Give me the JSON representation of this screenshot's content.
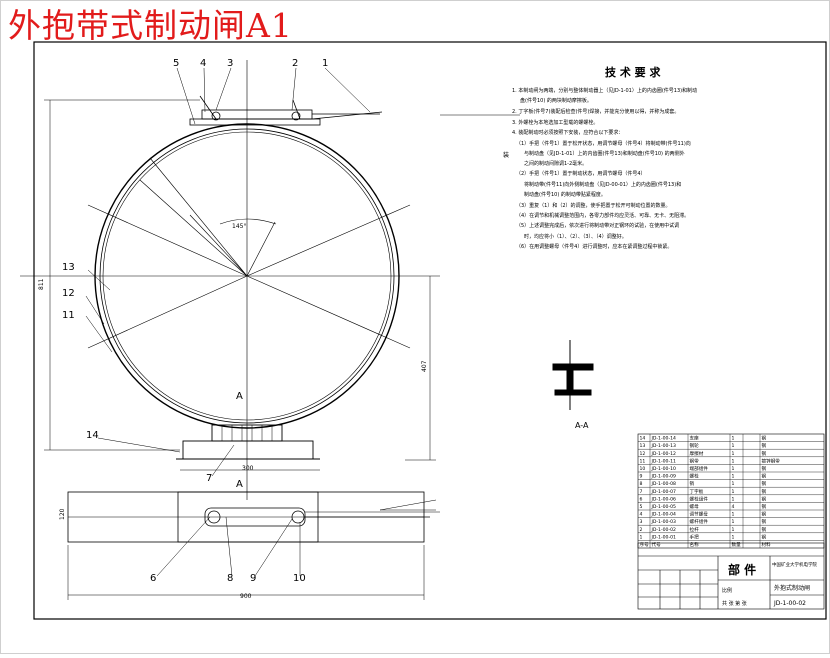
{
  "title": "外抱带式制动闸A1",
  "tech_requirements": {
    "heading": "技 术 要 求",
    "lines": [
      "1. 本制动闸为两端，分别与整体制动器上（见JD-1-01）上的内齿圈(件号13)和制动",
      "盘(件号10) 的两块制动摩擦板。",
      "2. 丁字板(件号7)装配后检查(件号)焊接，并能充分使用以得，并称为成套。",
      "3. 外螺栓为本地选加工型载的螺螺栓。",
      "4. 装配制动时必须按照下安装，应符合以下要求：",
      "（1）手把（件号1）置于松开状态，用调节螺母（件号4）将制动带(件号11)向",
      "与制动盘（见JD-1-01）上的内齿圈(件号13)和制动盘(件号10) 的两侧外",
      "之间的制动间隙调1-2毫米。",
      "（2）手把（件号1）置于制动状态，用调节螺母（件号4）",
      "将制动带(件号11)向外侧制动盘（见JD-00-01）上的内齿圈(件号13)和",
      "制动盘(件号10) 的制动带贴紧程度。",
      "（3）重复（1）和（2）的调整，使手把置于松开可制动位置的数量。",
      "（4）在调节和机械调整范围内，各零力部件均应灵活、可靠、无卡、无阻滞。",
      "（5）上述调整完成后，依次进行将制动带对正钢环的试验，在使用中试调",
      "时，均应将小（1）、（2）、（3）、（4）调整好。",
      "（6）在用调整螺母（件号4）进行调整时，应本在紧调整过程中锁紧。"
    ],
    "side_mark": "装"
  },
  "part_labels": [
    "1",
    "2",
    "3",
    "4",
    "5",
    "6",
    "7",
    "8",
    "9",
    "10",
    "11",
    "12",
    "13",
    "14"
  ],
  "section_labels": {
    "a_top": "A",
    "a_bottom": "A",
    "aa": "A-A"
  },
  "dimensions": {
    "left_height": "811",
    "base_width": "300",
    "right_height": "407",
    "plan_width": "900",
    "plan_depth": "120"
  },
  "bom": {
    "rows": [
      [
        "14",
        "JD-1-00-14",
        "支座",
        "1",
        "钢"
      ],
      [
        "13",
        "JD-1-00-13",
        "钢轮",
        "1",
        "钢"
      ],
      [
        "12",
        "JD-1-00-12",
        "摩擦材",
        "1",
        "钢"
      ],
      [
        "11",
        "JD-1-00-11",
        "钢带",
        "1",
        "镀锌钢带"
      ],
      [
        "10",
        "JD-1-00-10",
        "端部组件",
        "1",
        "钢"
      ],
      [
        "9",
        "JD-1-00-09",
        "螺栓",
        "1",
        "钢"
      ],
      [
        "8",
        "JD-1-00-08",
        "销",
        "1",
        "钢"
      ],
      [
        "7",
        "JD-1-00-07",
        "丁字板",
        "1",
        "钢"
      ],
      [
        "6",
        "JD-1-00-06",
        "螺栓组件",
        "1",
        "钢"
      ],
      [
        "5",
        "JD-1-00-05",
        "螺母",
        "4",
        "钢"
      ],
      [
        "4",
        "JD-1-00-04",
        "调节螺母",
        "1",
        "钢"
      ],
      [
        "3",
        "JD-1-00-03",
        "螺杆组件",
        "1",
        "钢"
      ],
      [
        "2",
        "JD-1-00-02",
        "拉杆",
        "1",
        "钢"
      ],
      [
        "1",
        "JD-1-00-01",
        "手把",
        "1",
        "钢"
      ]
    ],
    "header": [
      "序号",
      "代号",
      "名称",
      "数量",
      "材料"
    ]
  },
  "title_block": {
    "company": "中国矿业大学机电学院",
    "category": "部  件",
    "name": "外抱式制动闸",
    "drawing_no": "JD-1-00-02",
    "scale_label": "比例",
    "sheet_label": "共 张 第 张"
  }
}
